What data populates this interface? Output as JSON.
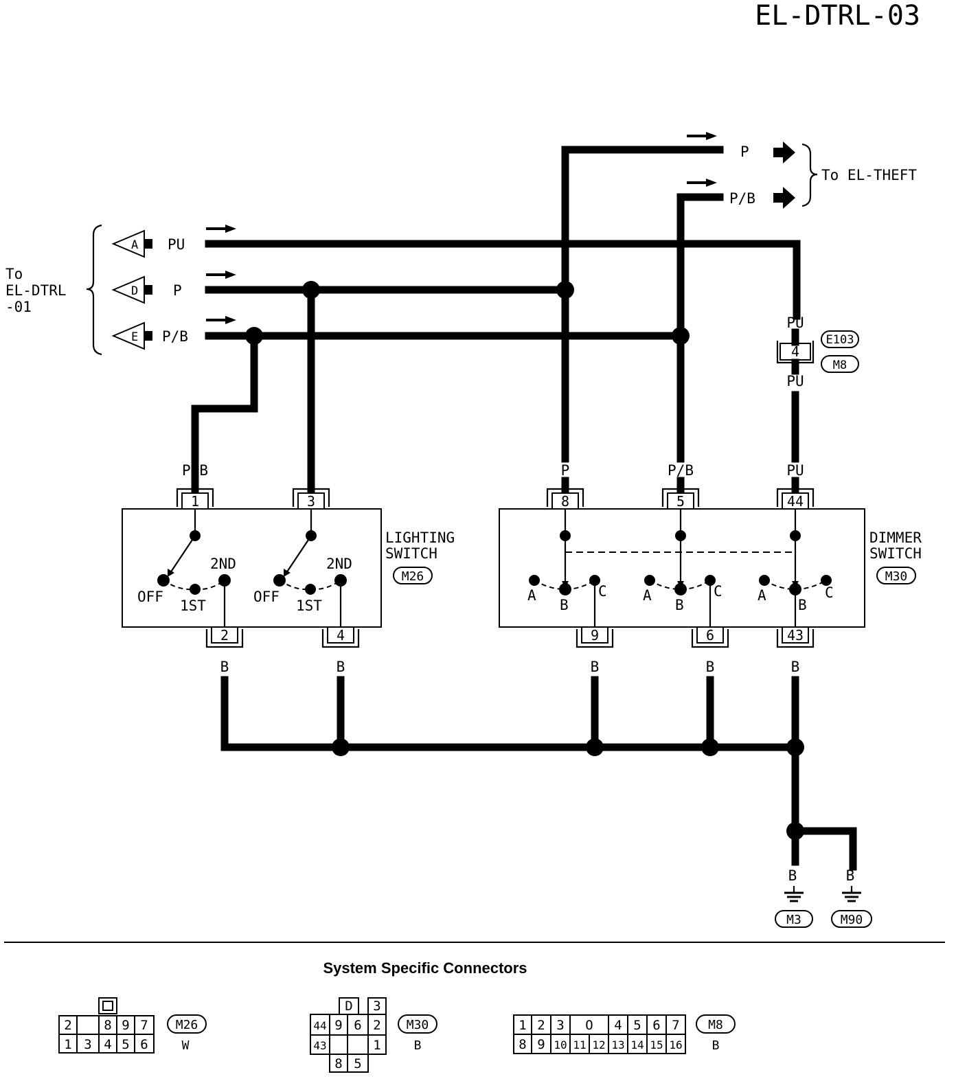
{
  "page_code": "EL-DTRL-03",
  "theft": {
    "wires": [
      "P",
      "P/B"
    ],
    "label": "To EL-THEFT"
  },
  "dtrl01": {
    "label_lines": [
      "To",
      "EL-DTRL",
      "-01"
    ],
    "connectors": [
      {
        "letter": "A",
        "color": "PU"
      },
      {
        "letter": "D",
        "color": "P"
      },
      {
        "letter": "E",
        "color": "P/B"
      }
    ]
  },
  "joint": {
    "pin": "4",
    "color_top": "PU",
    "color_bottom": "PU",
    "connector_top": "E103",
    "connector_bottom": "M8"
  },
  "lighting_switch": {
    "title_lines": [
      "LIGHTING",
      "SWITCH"
    ],
    "connector": "M26",
    "input_pins": [
      {
        "pin": "1",
        "color": "P/B"
      },
      {
        "pin": "3",
        "color": "P"
      }
    ],
    "output_pins": [
      {
        "pin": "2",
        "color": "B"
      },
      {
        "pin": "4",
        "color": "B"
      }
    ],
    "positions": [
      "OFF",
      "1ST",
      "2ND"
    ]
  },
  "dimmer_switch": {
    "title_lines": [
      "DIMMER",
      "SWITCH"
    ],
    "connector": "M30",
    "input_pins": [
      {
        "pin": "8",
        "color": "P"
      },
      {
        "pin": "5",
        "color": "P/B"
      },
      {
        "pin": "44",
        "color": "PU"
      }
    ],
    "output_pins": [
      {
        "pin": "9",
        "color": "B"
      },
      {
        "pin": "6",
        "color": "B"
      },
      {
        "pin": "43",
        "color": "B"
      }
    ],
    "positions": [
      "A",
      "B",
      "C"
    ]
  },
  "grounds": [
    {
      "color": "B",
      "connector": "M3"
    },
    {
      "color": "B",
      "connector": "M90"
    }
  ],
  "connectors_section": {
    "title": "System Specific Connectors",
    "m26": {
      "name": "M26",
      "color": "W",
      "top": [
        "2",
        "",
        "8",
        "9",
        "7"
      ],
      "bottom": [
        "1",
        "3",
        "4",
        "5",
        "6"
      ]
    },
    "m30": {
      "name": "M30",
      "color": "B",
      "cells": [
        "D",
        "3",
        "44",
        "9",
        "6",
        "2",
        "43",
        "1",
        "8",
        "5"
      ]
    },
    "m8": {
      "name": "M8",
      "color": "B",
      "top": [
        "1",
        "2",
        "3",
        "O",
        "4",
        "5",
        "6",
        "7"
      ],
      "bottom": [
        "8",
        "9",
        "10",
        "11",
        "12",
        "13",
        "14",
        "15",
        "16"
      ]
    }
  }
}
